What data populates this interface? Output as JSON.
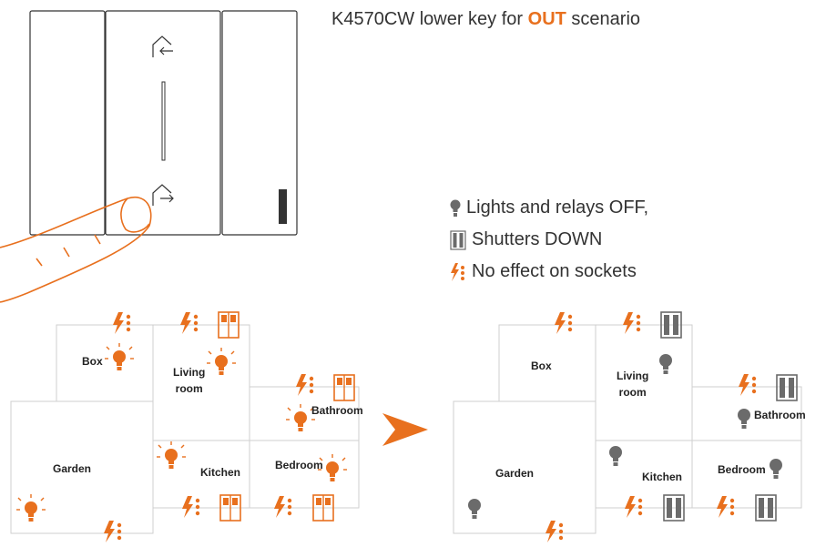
{
  "title": {
    "prefix": "K4570CW lower key for ",
    "accent": "OUT",
    "suffix": " scenario"
  },
  "legend": [
    {
      "icon": "bulb-icon",
      "text": "Lights and relays OFF,"
    },
    {
      "icon": "shutter-icon",
      "text": "Shutters DOWN"
    },
    {
      "icon": "socket-icon",
      "text": "No effect on sockets"
    }
  ],
  "rooms": {
    "box": "Box",
    "living_1": "Living",
    "living_2": "room",
    "bathroom": "Bathroom",
    "garden": "Garden",
    "kitchen": "Kitchen",
    "bedroom": "Bedroom"
  },
  "colors": {
    "accent": "#e8701e",
    "off": "#6b6b6b",
    "outline": "#cfcfcf"
  }
}
